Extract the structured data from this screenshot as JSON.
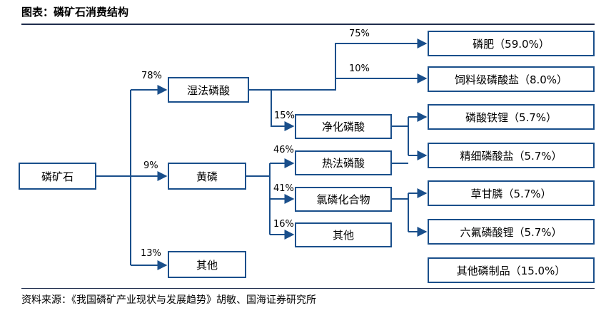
{
  "title": "图表：磷矿石消费结构",
  "source": "资料来源：《我国磷矿产业现状与发展趋势》胡敏、国海证券研究所",
  "colors": {
    "line": "#1a4f8b",
    "rule": "#1f2d4d"
  },
  "nodes": {
    "phosphate_rock": "磷矿石",
    "wet_process_acid": "湿法磷酸",
    "yellow_phosphorus": "黄磷",
    "other_top": "其他",
    "purified_acid": "净化磷酸",
    "thermal_acid": "热法磷酸",
    "chloro_compounds": "氯磷化合物",
    "other_mid": "其他",
    "fertilizer": "磷肥（59.0%）",
    "feed_phosphate": "饲料级磷酸盐（8.0%）",
    "lfp": "磷酸铁锂（5.7%）",
    "fine_phosphate": "精细磷酸盐（5.7%）",
    "glyphosate": "草甘膦（5.7%）",
    "lipf6": "六氟磷酸锂（5.7%）",
    "other_products": "其他磷制品（15.0%）"
  },
  "percentages": {
    "to_wet": "78%",
    "to_yellow": "9%",
    "to_other": "13%",
    "to_fertilizer": "75%",
    "to_feed": "10%",
    "to_purified": "15%",
    "to_thermal": "46%",
    "to_chloro": "41%",
    "to_other_mid": "16%"
  }
}
